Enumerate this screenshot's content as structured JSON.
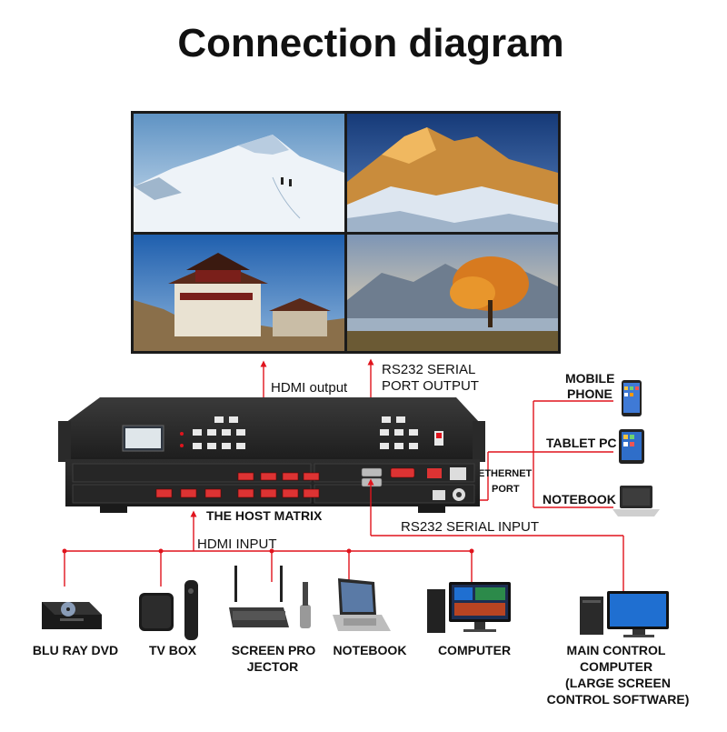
{
  "title": "Connection diagram",
  "labels": {
    "hdmi_output": "HDMI output",
    "rs232_port_output_line1": "RS232 SERIAL",
    "rs232_port_output_line2": "PORT OUTPUT",
    "mobile_phone_line1": "MOBILE",
    "mobile_phone_line2": "PHONE",
    "tablet_pc": "TABLET PC",
    "ethernet_line1": "ETHERNET",
    "ethernet_line2": "PORT",
    "notebook_right": "NOTEBOOK",
    "host_matrix": "THE HOST MATRIX",
    "rs232_serial_input": "RS232 SERIAL INPUT",
    "hdmi_input": "HDMI INPUT"
  },
  "sources": [
    {
      "label_line1": "BLU RAY DVD",
      "label_line2": ""
    },
    {
      "label_line1": "TV BOX",
      "label_line2": ""
    },
    {
      "label_line1": "SCREEN PRO",
      "label_line2": "JECTOR"
    },
    {
      "label_line1": "NOTEBOOK",
      "label_line2": ""
    },
    {
      "label_line1": "COMPUTER",
      "label_line2": ""
    }
  ],
  "main_control": {
    "line1": "MAIN CONTROL",
    "line2": "COMPUTER",
    "line3": "(LARGE SCREEN",
    "line4": "CONTROL SOFTWARE)"
  },
  "colors": {
    "accent": "#e0141d",
    "device_body": "#2b2b2b",
    "text": "#111111"
  }
}
